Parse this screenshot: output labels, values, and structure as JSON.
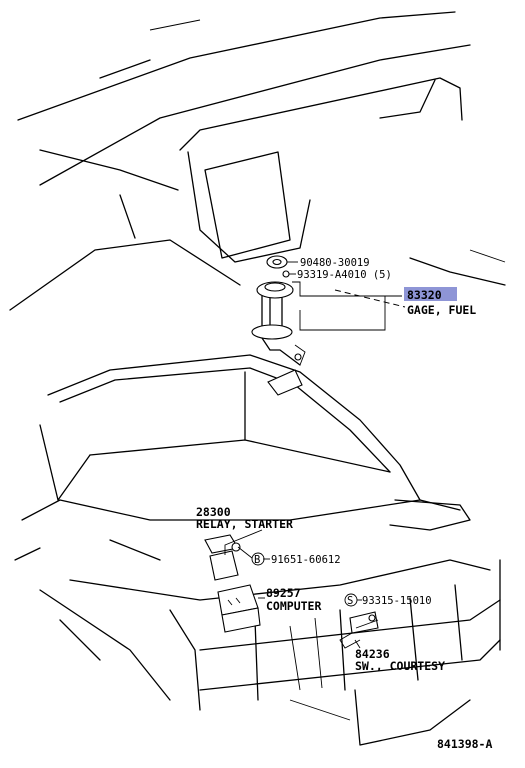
{
  "diagram": {
    "callouts": [
      {
        "id": "c1",
        "part_no": "90480-30019"
      },
      {
        "id": "c2",
        "part_no": "93319-A4010 (5)"
      },
      {
        "id": "c3",
        "part_no": "91651-60612",
        "marker": "B"
      },
      {
        "id": "c4",
        "part_no": "93315-15010",
        "marker": "S"
      }
    ],
    "groups": [
      {
        "id": "g1",
        "part_no": "83320",
        "name": "GAGE, FUEL",
        "highlighted": true,
        "highlight_color": "#8e95d6"
      },
      {
        "id": "g2",
        "part_no": "28300",
        "name": "RELAY, STARTER"
      },
      {
        "id": "g3",
        "part_no": "89257",
        "name": "COMPUTER"
      },
      {
        "id": "g4",
        "part_no": "84236",
        "name": "SW., COURTESY"
      }
    ],
    "figure_no": "841398-A"
  }
}
